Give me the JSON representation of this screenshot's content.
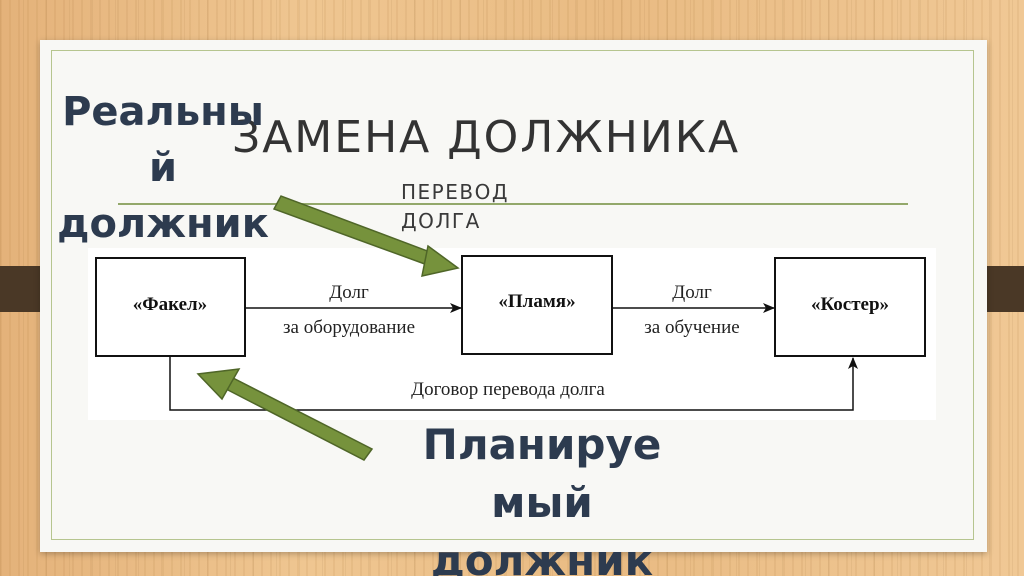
{
  "slide": {
    "title": "ЗАМЕНА ДОЛЖНИКА",
    "subtitle_line1": "ПЕРЕВОД",
    "subtitle_line2": "ДОЛГА"
  },
  "callouts": {
    "real_debtor": [
      "Реальны",
      "й",
      "должник"
    ],
    "planned_debtor": [
      "Планируе",
      "мый",
      "должник"
    ]
  },
  "diagram": {
    "nodes": {
      "fakel": "«Факел»",
      "plamya": "«Пламя»",
      "koster": "«Костер»"
    },
    "edges": {
      "fakel_plamya_line1": "Долг",
      "fakel_plamya_line2": "за оборудование",
      "plamya_koster_line1": "Долг",
      "plamya_koster_line2": "за обучение",
      "transfer": "Договор перевода долга"
    }
  },
  "colors": {
    "arrow_green": "#76923c",
    "callout_text": "#2d3b4f",
    "rule": "#93a86a"
  }
}
